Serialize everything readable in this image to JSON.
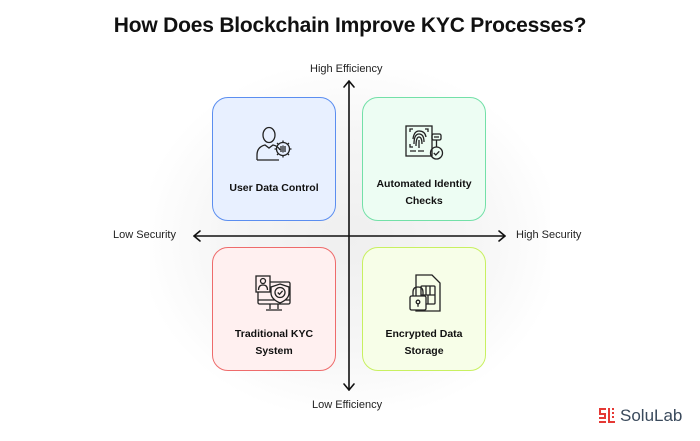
{
  "title": "How Does Blockchain Improve KYC Processes?",
  "axes": {
    "top": "High Efficiency",
    "bottom": "Low Efficiency",
    "left": "Low Security",
    "right": "High Security"
  },
  "quadrants": [
    {
      "label": "User Data Control",
      "icon": "user-gear-icon",
      "position": "top-left",
      "color": "#5b8ef0"
    },
    {
      "label": "Automated Identity Checks",
      "icon": "fingerprint-check-icon",
      "position": "top-right",
      "color": "#73e0a8"
    },
    {
      "label": "Traditional KYC System",
      "icon": "monitor-shield-icon",
      "position": "bottom-left",
      "color": "#ee6b6b"
    },
    {
      "label": "Encrypted Data Storage",
      "icon": "sim-lock-icon",
      "position": "bottom-right",
      "color": "#c8f060"
    }
  ],
  "brand": {
    "name": "SoluLab",
    "color": "#e53935"
  }
}
